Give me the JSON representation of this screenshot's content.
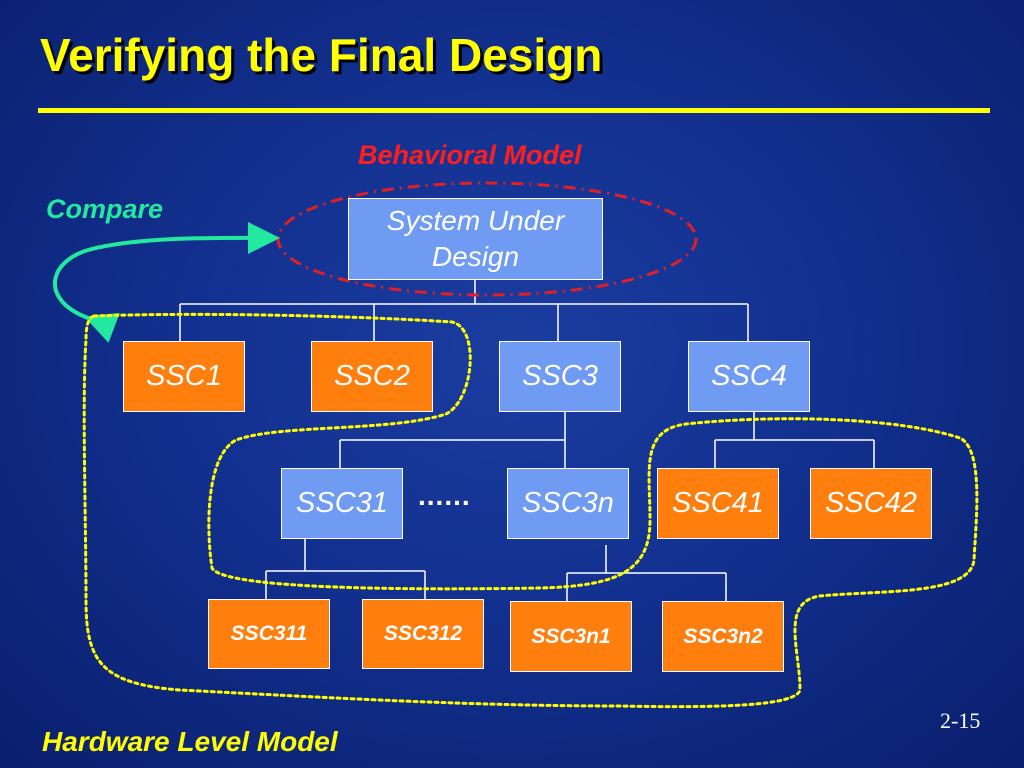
{
  "title": "Verifying the Final Design",
  "labels": {
    "behavioral_model": "Behavioral Model",
    "compare": "Compare",
    "hardware_level_model": "Hardware Level Model"
  },
  "page_number": "2-15",
  "colors": {
    "background": "#12308f",
    "title": "#ffff00",
    "behavioral": "#ff1e1e",
    "compare": "#22e8a0",
    "box_blue": "#6f9bf2",
    "box_orange": "#ff7f0e",
    "connector": "#ffffff",
    "hardware_outline": "#ffff00"
  },
  "nodes": {
    "root": {
      "text": "System Under Design",
      "color": "blue"
    },
    "ssc1": {
      "text": "SSC1",
      "color": "orange"
    },
    "ssc2": {
      "text": "SSC2",
      "color": "orange"
    },
    "ssc3": {
      "text": "SSC3",
      "color": "blue"
    },
    "ssc4": {
      "text": "SSC4",
      "color": "blue"
    },
    "ssc31": {
      "text": "SSC31",
      "color": "blue"
    },
    "ssc3n": {
      "text": "SSC3n",
      "color": "blue"
    },
    "ssc41": {
      "text": "SSC41",
      "color": "orange"
    },
    "ssc42": {
      "text": "SSC42",
      "color": "orange"
    },
    "ssc311": {
      "text": "SSC311",
      "color": "orange"
    },
    "ssc312": {
      "text": "SSC312",
      "color": "orange"
    },
    "ssc3n1": {
      "text": "SSC3n1",
      "color": "orange"
    },
    "ssc3n2": {
      "text": "SSC3n2",
      "color": "orange"
    }
  },
  "ellipsis": "......",
  "edges": [
    [
      "root",
      "ssc1"
    ],
    [
      "root",
      "ssc2"
    ],
    [
      "root",
      "ssc3"
    ],
    [
      "root",
      "ssc4"
    ],
    [
      "ssc3",
      "ssc31"
    ],
    [
      "ssc3",
      "ssc3n"
    ],
    [
      "ssc4",
      "ssc41"
    ],
    [
      "ssc4",
      "ssc42"
    ],
    [
      "ssc31",
      "ssc311"
    ],
    [
      "ssc31",
      "ssc312"
    ],
    [
      "ssc3n",
      "ssc3n1"
    ],
    [
      "ssc3n",
      "ssc3n2"
    ]
  ]
}
